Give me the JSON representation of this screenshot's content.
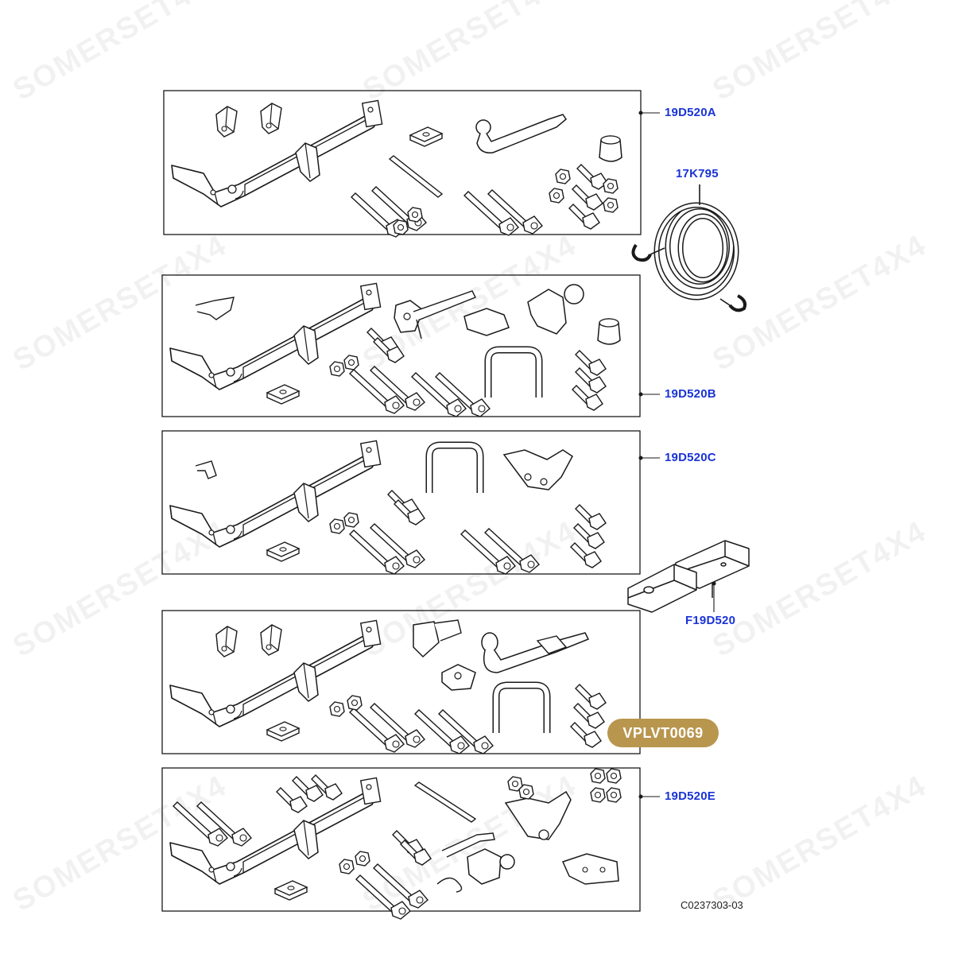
{
  "watermark": "SOMERSET4X4",
  "callouts": {
    "kit_a": "19D520A",
    "tow_rope": "17K795",
    "kit_b": "19D520B",
    "kit_c": "19D520C",
    "receiver": "F19D520",
    "kit_e": "19D520E"
  },
  "badge": "VPLVT0069",
  "drawing_code": "C0237303-03",
  "colors": {
    "callout": "#1a33d6",
    "badge": "#b8964e",
    "line": "#1a1a1a"
  }
}
